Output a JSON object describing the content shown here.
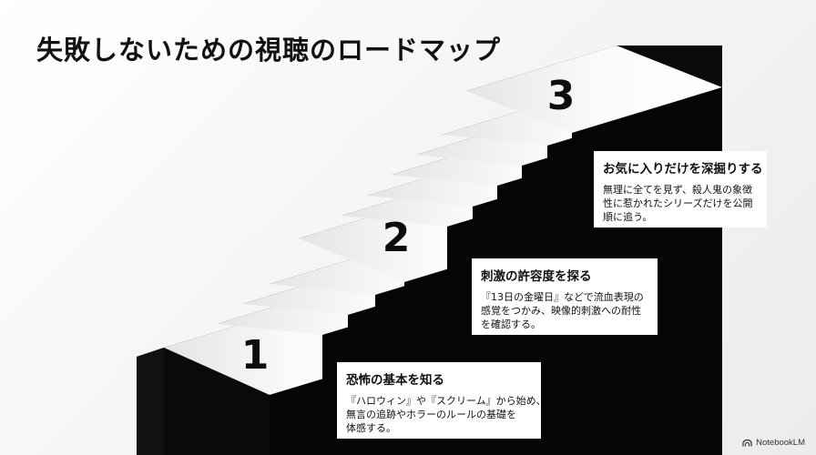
{
  "title": "失敗しないための視聴のロードマップ",
  "steps": [
    {
      "number": "1",
      "heading": "恐怖の基本を知る",
      "lines": [
        "『ハロウィン』や『スクリーム』から始め、",
        "無言の追跡やホラーのルールの基礎を",
        "体感する。"
      ]
    },
    {
      "number": "2",
      "heading": "刺激の許容度を探る",
      "lines": [
        "『13日の金曜日』などで流血表現の",
        "感覚をつかみ、映像的刺激への耐性",
        "を確認する。"
      ]
    },
    {
      "number": "3",
      "heading": "お気に入りだけを深掘りする",
      "lines": [
        "無理に全てを見ず、殺人鬼の象徴",
        "性に惹かれたシリーズだけを公開",
        "順に追う。"
      ]
    }
  ],
  "footer": {
    "brand": "NotebookLM",
    "icon": "notebooklm-logo-icon"
  }
}
